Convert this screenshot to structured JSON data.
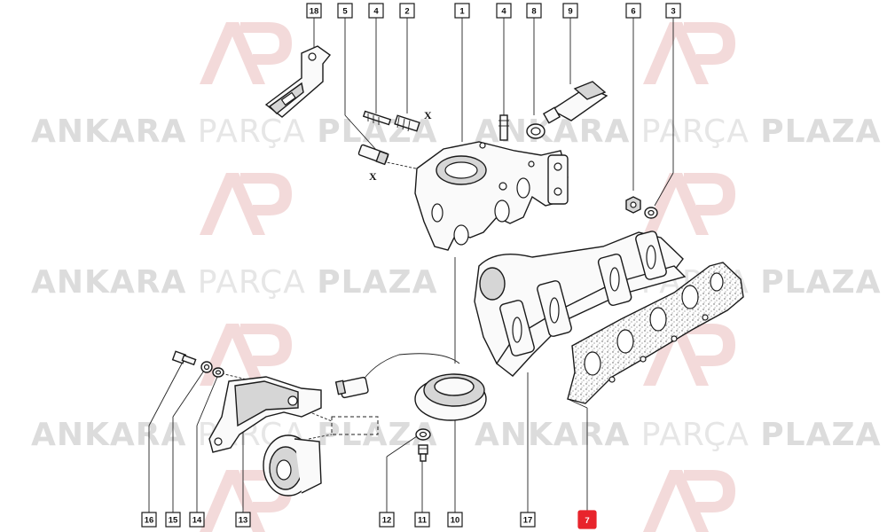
{
  "watermark": {
    "brand_left": "ANKARA",
    "brand_mid": "PARÇA",
    "brand_right": "PLAZA",
    "logo_letters": "AP"
  },
  "diagram": {
    "x_marks": [
      "X",
      "X"
    ],
    "callouts": [
      {
        "id": "c18",
        "label": "18"
      },
      {
        "id": "c5",
        "label": "5"
      },
      {
        "id": "c4a",
        "label": "4"
      },
      {
        "id": "c2",
        "label": "2"
      },
      {
        "id": "c1",
        "label": "1"
      },
      {
        "id": "c4b",
        "label": "4"
      },
      {
        "id": "c8",
        "label": "8"
      },
      {
        "id": "c9",
        "label": "9"
      },
      {
        "id": "c6",
        "label": "6"
      },
      {
        "id": "c3",
        "label": "3"
      },
      {
        "id": "c16",
        "label": "16"
      },
      {
        "id": "c15",
        "label": "15"
      },
      {
        "id": "c14",
        "label": "14"
      },
      {
        "id": "c13",
        "label": "13"
      },
      {
        "id": "c12",
        "label": "12"
      },
      {
        "id": "c11",
        "label": "11"
      },
      {
        "id": "c10",
        "label": "10"
      },
      {
        "id": "c17",
        "label": "17"
      },
      {
        "id": "c7",
        "label": "7",
        "highlighted": true
      }
    ],
    "colors": {
      "highlight": "#e8242c",
      "watermark": "#dcdcdc",
      "logo": "#f3dada"
    }
  }
}
